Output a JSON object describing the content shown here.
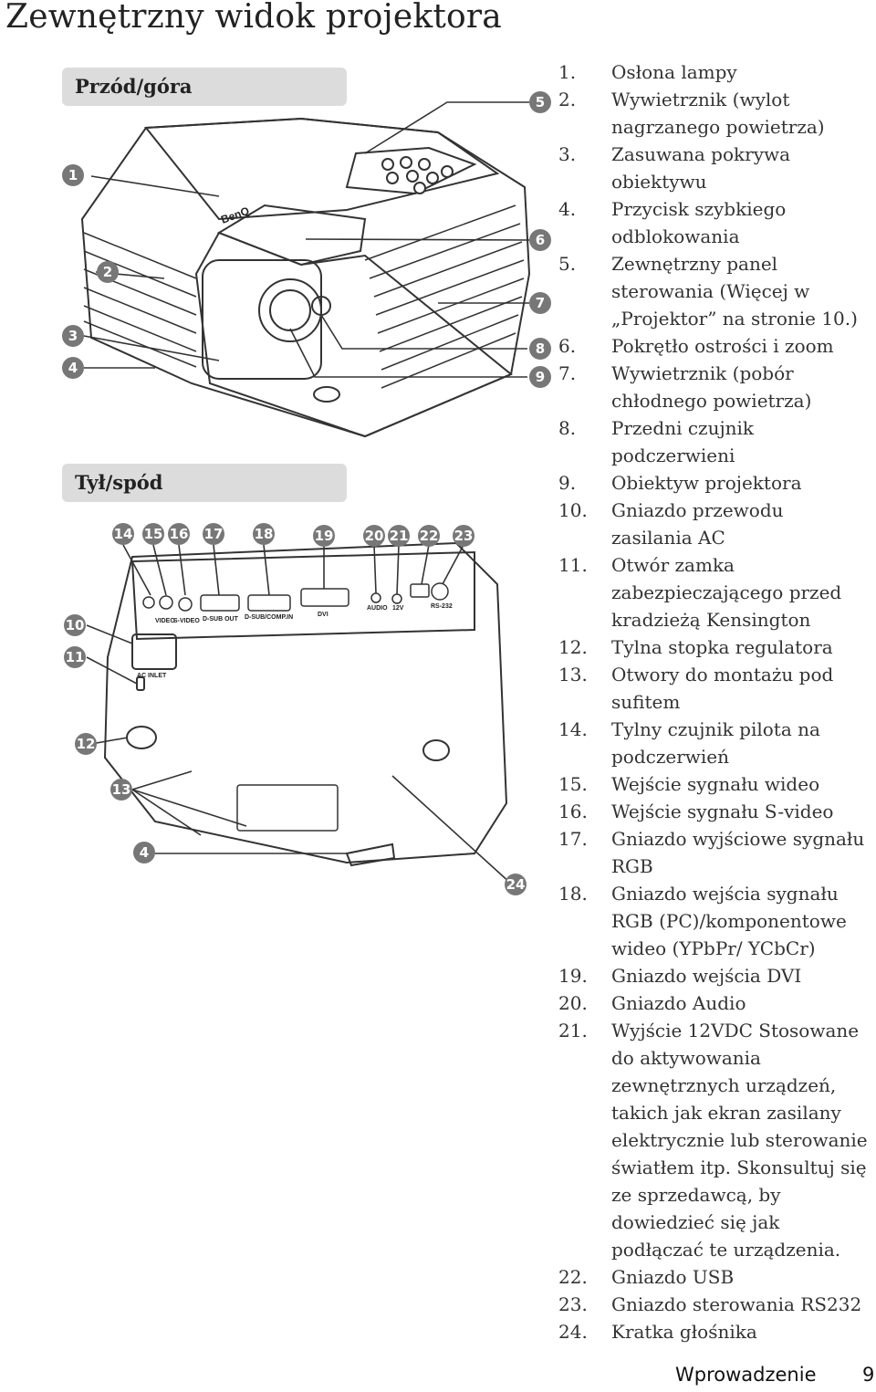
{
  "title": "Zewnętrzny widok projektora",
  "sections": {
    "front": "Przód/góra",
    "back": "Tył/spód"
  },
  "callouts": [
    "1",
    "2",
    "3",
    "4",
    "5",
    "6",
    "7",
    "8",
    "9",
    "10",
    "11",
    "12",
    "13",
    "4",
    "14",
    "15",
    "16",
    "17",
    "18",
    "19",
    "20",
    "21",
    "22",
    "23",
    "24"
  ],
  "port_labels": {
    "video": "VIDEO",
    "svideo": "S-VIDEO",
    "dsub_out": "D-SUB OUT",
    "dsub_in": "D-SUB/COMP.IN",
    "dvi": "DVI",
    "audio": "AUDIO",
    "v12": "12V",
    "rs232": "RS-232",
    "ac_inlet": "AC INLET"
  },
  "brand_logo": "BenQ",
  "parts": [
    {
      "num": "1.",
      "text": "Osłona lampy"
    },
    {
      "num": "2.",
      "text": "Wywietrznik (wylot nagrzanego powietrza)"
    },
    {
      "num": "3.",
      "text": "Zasuwana pokrywa obiektywu"
    },
    {
      "num": "4.",
      "text": "Przycisk szybkiego odblokowania"
    },
    {
      "num": "5.",
      "text": "Zewnętrzny panel sterowania (Więcej w „Projektor” na stronie 10.)"
    },
    {
      "num": "6.",
      "text": "Pokrętło ostrości i zoom"
    },
    {
      "num": "7.",
      "text": "Wywietrznik (pobór chłodnego powietrza)"
    },
    {
      "num": "8.",
      "text": "Przedni czujnik podczerwieni"
    },
    {
      "num": "9.",
      "text": "Obiektyw projektora"
    },
    {
      "num": "10.",
      "text": "Gniazdo przewodu zasilania AC"
    },
    {
      "num": "11.",
      "text": "Otwór zamka zabezpieczającego przed kradzieżą Kensington"
    },
    {
      "num": "12.",
      "text": "Tylna stopka regulatora"
    },
    {
      "num": "13.",
      "text": "Otwory do montażu pod sufitem"
    },
    {
      "num": "14.",
      "text": "Tylny czujnik pilota na podczerwień"
    },
    {
      "num": "15.",
      "text": "Wejście sygnału wideo"
    },
    {
      "num": "16.",
      "text": "Wejście sygnału S-video"
    },
    {
      "num": "17.",
      "text": "Gniazdo wyjściowe sygnału RGB"
    },
    {
      "num": "18.",
      "text": "Gniazdo wejścia sygnału RGB (PC)/komponentowe wideo (YPbPr/ YCbCr)"
    },
    {
      "num": "19.",
      "text": "Gniazdo wejścia DVI"
    },
    {
      "num": "20.",
      "text": "Gniazdo Audio"
    },
    {
      "num": "21.",
      "text": "Wyjście 12VDC Stosowane do aktywowania zewnętrznych urządzeń, takich jak ekran zasilany elektrycznie lub sterowanie światłem itp. Skonsultuj się ze sprzedawcą, by dowiedzieć się jak podłączać te urządzenia."
    },
    {
      "num": "22.",
      "text": "Gniazdo USB"
    },
    {
      "num": "23.",
      "text": "Gniazdo sterowania RS232"
    },
    {
      "num": "24.",
      "text": "Kratka głośnika"
    }
  ],
  "footer": {
    "section": "Wprowadzenie",
    "page": "9"
  },
  "colors": {
    "label_bg": "#dcdcdc",
    "callout_bg": "#777777",
    "line": "#333333"
  }
}
